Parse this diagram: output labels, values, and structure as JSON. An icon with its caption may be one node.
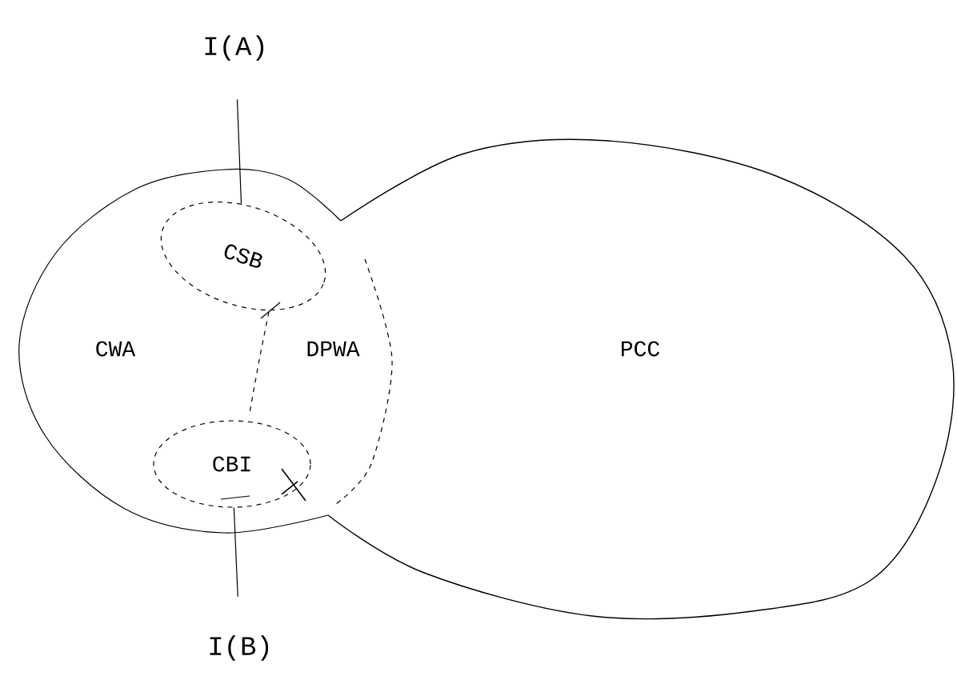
{
  "diagram": {
    "nodes": [
      {
        "text": [
          "CWA"
        ]
      },
      {
        "text": [
          "PCC"
        ]
      },
      {
        "text": [
          "DPWA"
        ]
      },
      {
        "text": [
          "CSB"
        ],
        "in": 0
      },
      {
        "text": [
          "CBI"
        ],
        "in": 0
      },
      {
        "text": [
          "I(A)"
        ]
      },
      {
        "text": [
          "I(B)"
        ]
      }
    ],
    "edges": [
      {
        "from": 5,
        "to": 3,
        "arrow": "none"
      },
      {
        "from": 6,
        "to": 4,
        "arrow": "none"
      }
    ]
  }
}
